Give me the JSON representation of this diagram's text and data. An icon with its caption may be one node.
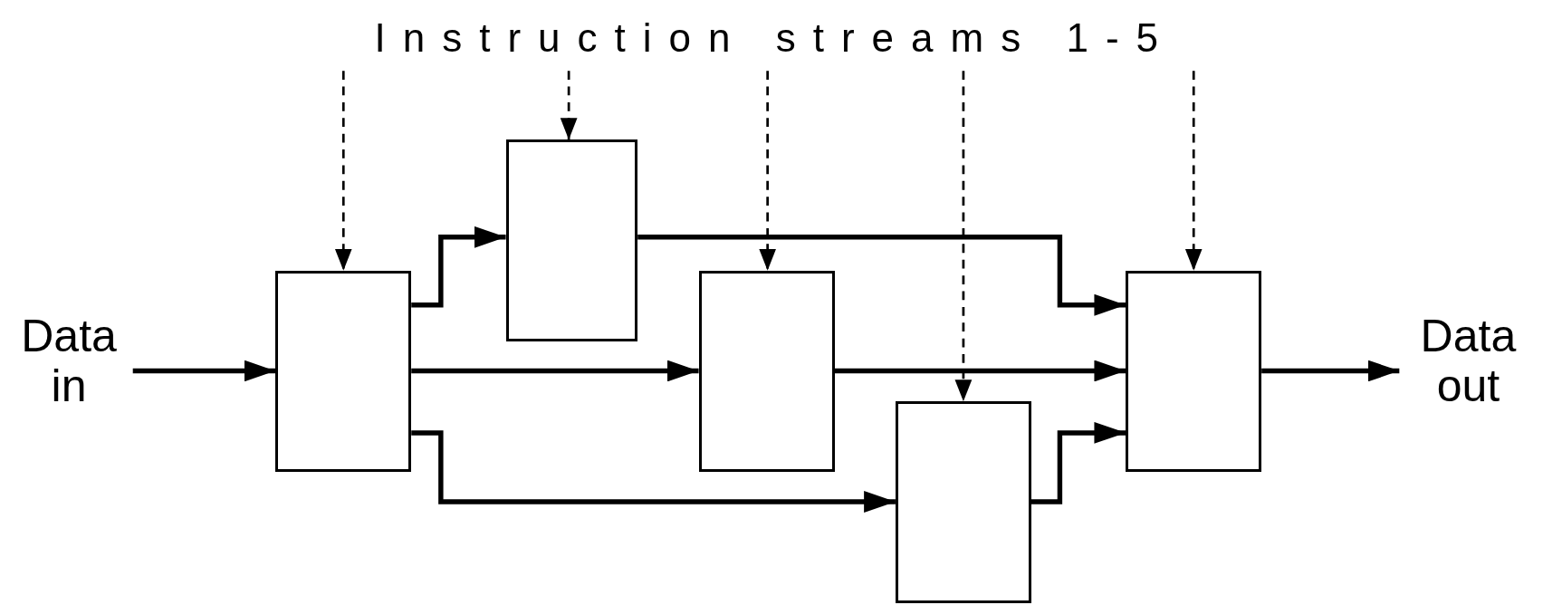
{
  "diagram": {
    "nodes": [
      {
        "text": [
          "Data in"
        ]
      },
      {
        "text": [
          "Instruction streams 1-5"
        ]
      },
      {
        "text": [],
        "shape": "box"
      },
      {
        "text": [],
        "shape": "box"
      },
      {
        "text": [],
        "shape": "box"
      },
      {
        "text": [],
        "shape": "box"
      },
      {
        "text": [],
        "shape": "box"
      },
      {
        "text": [
          "Data out"
        ]
      }
    ],
    "edges": [
      {
        "from": 0,
        "to": 2,
        "arrow": "to"
      },
      {
        "from": 2,
        "to": 3,
        "arrow": "to"
      },
      {
        "from": 2,
        "to": 4,
        "arrow": "to"
      },
      {
        "from": 2,
        "to": 5,
        "arrow": "to"
      },
      {
        "from": 3,
        "to": 6,
        "arrow": "to"
      },
      {
        "from": 4,
        "to": 6,
        "arrow": "to"
      },
      {
        "from": 5,
        "to": 6,
        "arrow": "to"
      },
      {
        "from": 6,
        "to": 7,
        "arrow": "to"
      },
      {
        "from": 1,
        "to": 2,
        "arrow": "to",
        "style": "dashed"
      },
      {
        "from": 1,
        "to": 3,
        "arrow": "to",
        "style": "dashed"
      },
      {
        "from": 1,
        "to": 4,
        "arrow": "to",
        "style": "dashed"
      },
      {
        "from": 1,
        "to": 5,
        "arrow": "to",
        "style": "dashed"
      },
      {
        "from": 1,
        "to": 6,
        "arrow": "to",
        "style": "dashed"
      }
    ]
  }
}
